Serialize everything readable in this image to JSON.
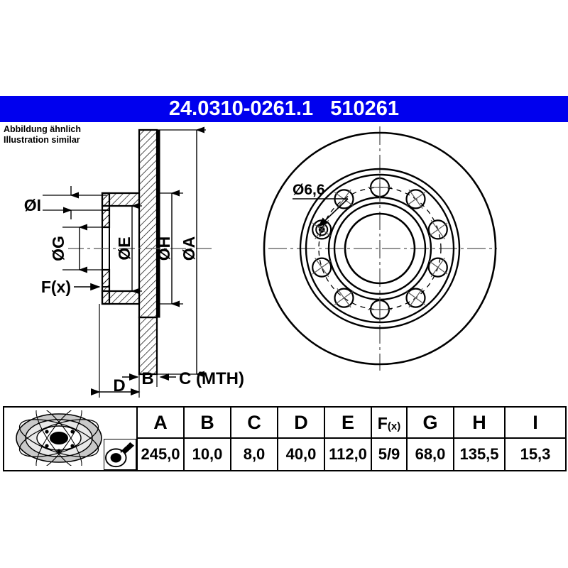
{
  "header": {
    "part_number": "24.0310-0261.1",
    "reference_number": "510261",
    "combined": "24.0310-0261.1   510261",
    "background_color": "#0000ee",
    "text_color": "#ffffff"
  },
  "note": {
    "line_de": "Abbildung ähnlich",
    "line_en": "Illustration similar"
  },
  "drawing": {
    "section_labels": {
      "i": "ØI",
      "g": "ØG",
      "e": "ØE",
      "h": "ØH",
      "a": "ØA",
      "fx": "F(x)",
      "b": "B",
      "c": "C (MTH)",
      "d": "D"
    },
    "front_view_labels": {
      "hole_diameter": "Ø6,6"
    },
    "front_view": {
      "bolt_hole_count": 10,
      "highlighted_hole_index": 8
    }
  },
  "table": {
    "icons": {
      "disc": "brake-disc-3d-icon",
      "caliper": "measurement-caliper-icon"
    },
    "headers": [
      "A",
      "B",
      "C",
      "D",
      "E",
      "F(x)",
      "G",
      "H",
      "I"
    ],
    "values": [
      "245,0",
      "10,0",
      "8,0",
      "40,0",
      "112,0",
      "5/9",
      "68,0",
      "135,5",
      "15,3"
    ],
    "fx_main": "F",
    "fx_sub": "(x)"
  }
}
